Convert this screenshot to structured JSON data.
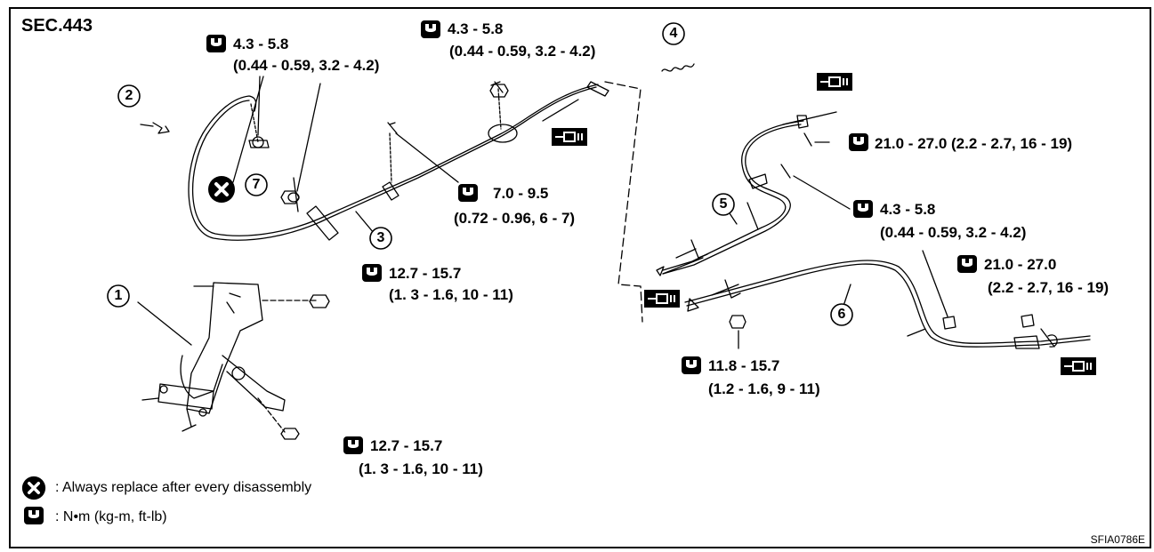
{
  "section_title": "SEC.443",
  "figure_code": "SFIA0786E",
  "torque_specs": [
    {
      "id": "t1",
      "line1": "4.3 - 5.8",
      "line2": "(0.44 - 0.59, 3.2 - 4.2)"
    },
    {
      "id": "t2",
      "line1": "4.3 - 5.8",
      "line2": "(0.44 - 0.59, 3.2 - 4.2)"
    },
    {
      "id": "t3",
      "line1": "7.0 - 9.5",
      "line2": "(0.72 - 0.96, 6 - 7)"
    },
    {
      "id": "t4",
      "line1": "12.7 - 15.7",
      "line2": "(1. 3 - 1.6, 10 - 11)"
    },
    {
      "id": "t5",
      "line1": "12.7 - 15.7",
      "line2": "(1. 3 - 1.6, 10 - 11)"
    },
    {
      "id": "t6",
      "line1": "21.0 - 27.0 (2.2 - 2.7, 16 - 19)",
      "line2": ""
    },
    {
      "id": "t7",
      "line1": "4.3 - 5.8",
      "line2": "(0.44 - 0.59, 3.2 - 4.2)"
    },
    {
      "id": "t8",
      "line1": "21.0 - 27.0",
      "line2": "(2.2 - 2.7, 16 - 19)"
    },
    {
      "id": "t9",
      "line1": "11.8 - 15.7",
      "line2": "(1.2 - 1.6, 9 - 11)"
    }
  ],
  "callouts": [
    "1",
    "2",
    "3",
    "4",
    "5",
    "6",
    "7"
  ],
  "legend": {
    "replace_text": ": Always replace after every disassembly",
    "units_text": ": N•m  (kg-m,  ft-lb)"
  },
  "icons": [
    "torque-wrench-icon",
    "replace-part-icon",
    "grease-apply-icon"
  ]
}
